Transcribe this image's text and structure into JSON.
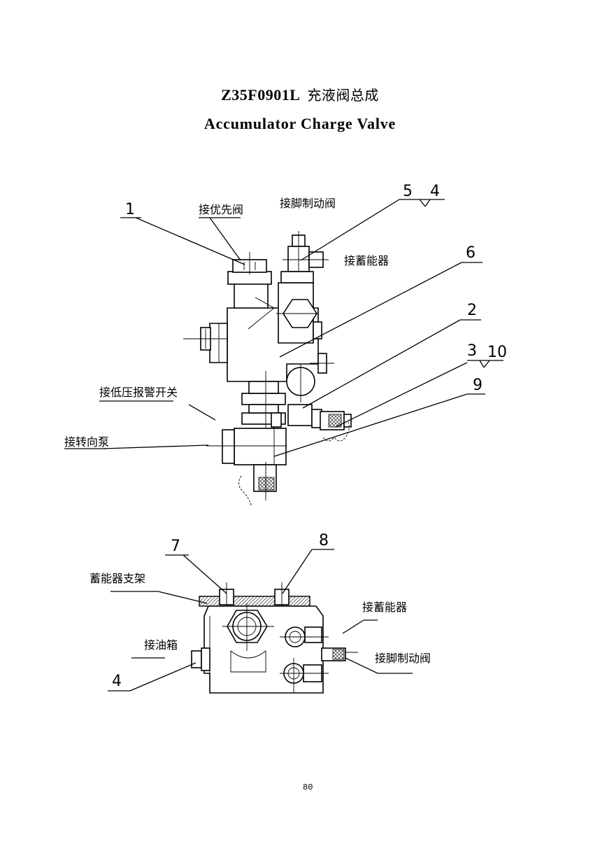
{
  "header": {
    "code": "Z35F0901L",
    "title_cn": "充液阀总成",
    "title_en": "Accumulator Charge Valve"
  },
  "top_view": {
    "part_numbers": [
      "1",
      "5",
      "4",
      "6",
      "2",
      "3",
      "10",
      "9"
    ],
    "labels": {
      "priority_valve": "接优先阀",
      "foot_brake_valve": "接脚制动阀",
      "accumulator": "接蓄能器",
      "low_pressure_switch": "接低压报警开关",
      "steering_pump": "接转向泵"
    }
  },
  "bottom_view": {
    "part_numbers": [
      "7",
      "8",
      "4"
    ],
    "labels": {
      "accumulator_bracket": "蓄能器支架",
      "accumulator": "接蓄能器",
      "oil_tank": "接油箱",
      "foot_brake_valve": "接脚制动阀"
    }
  },
  "footer": {
    "page_number": "80"
  }
}
